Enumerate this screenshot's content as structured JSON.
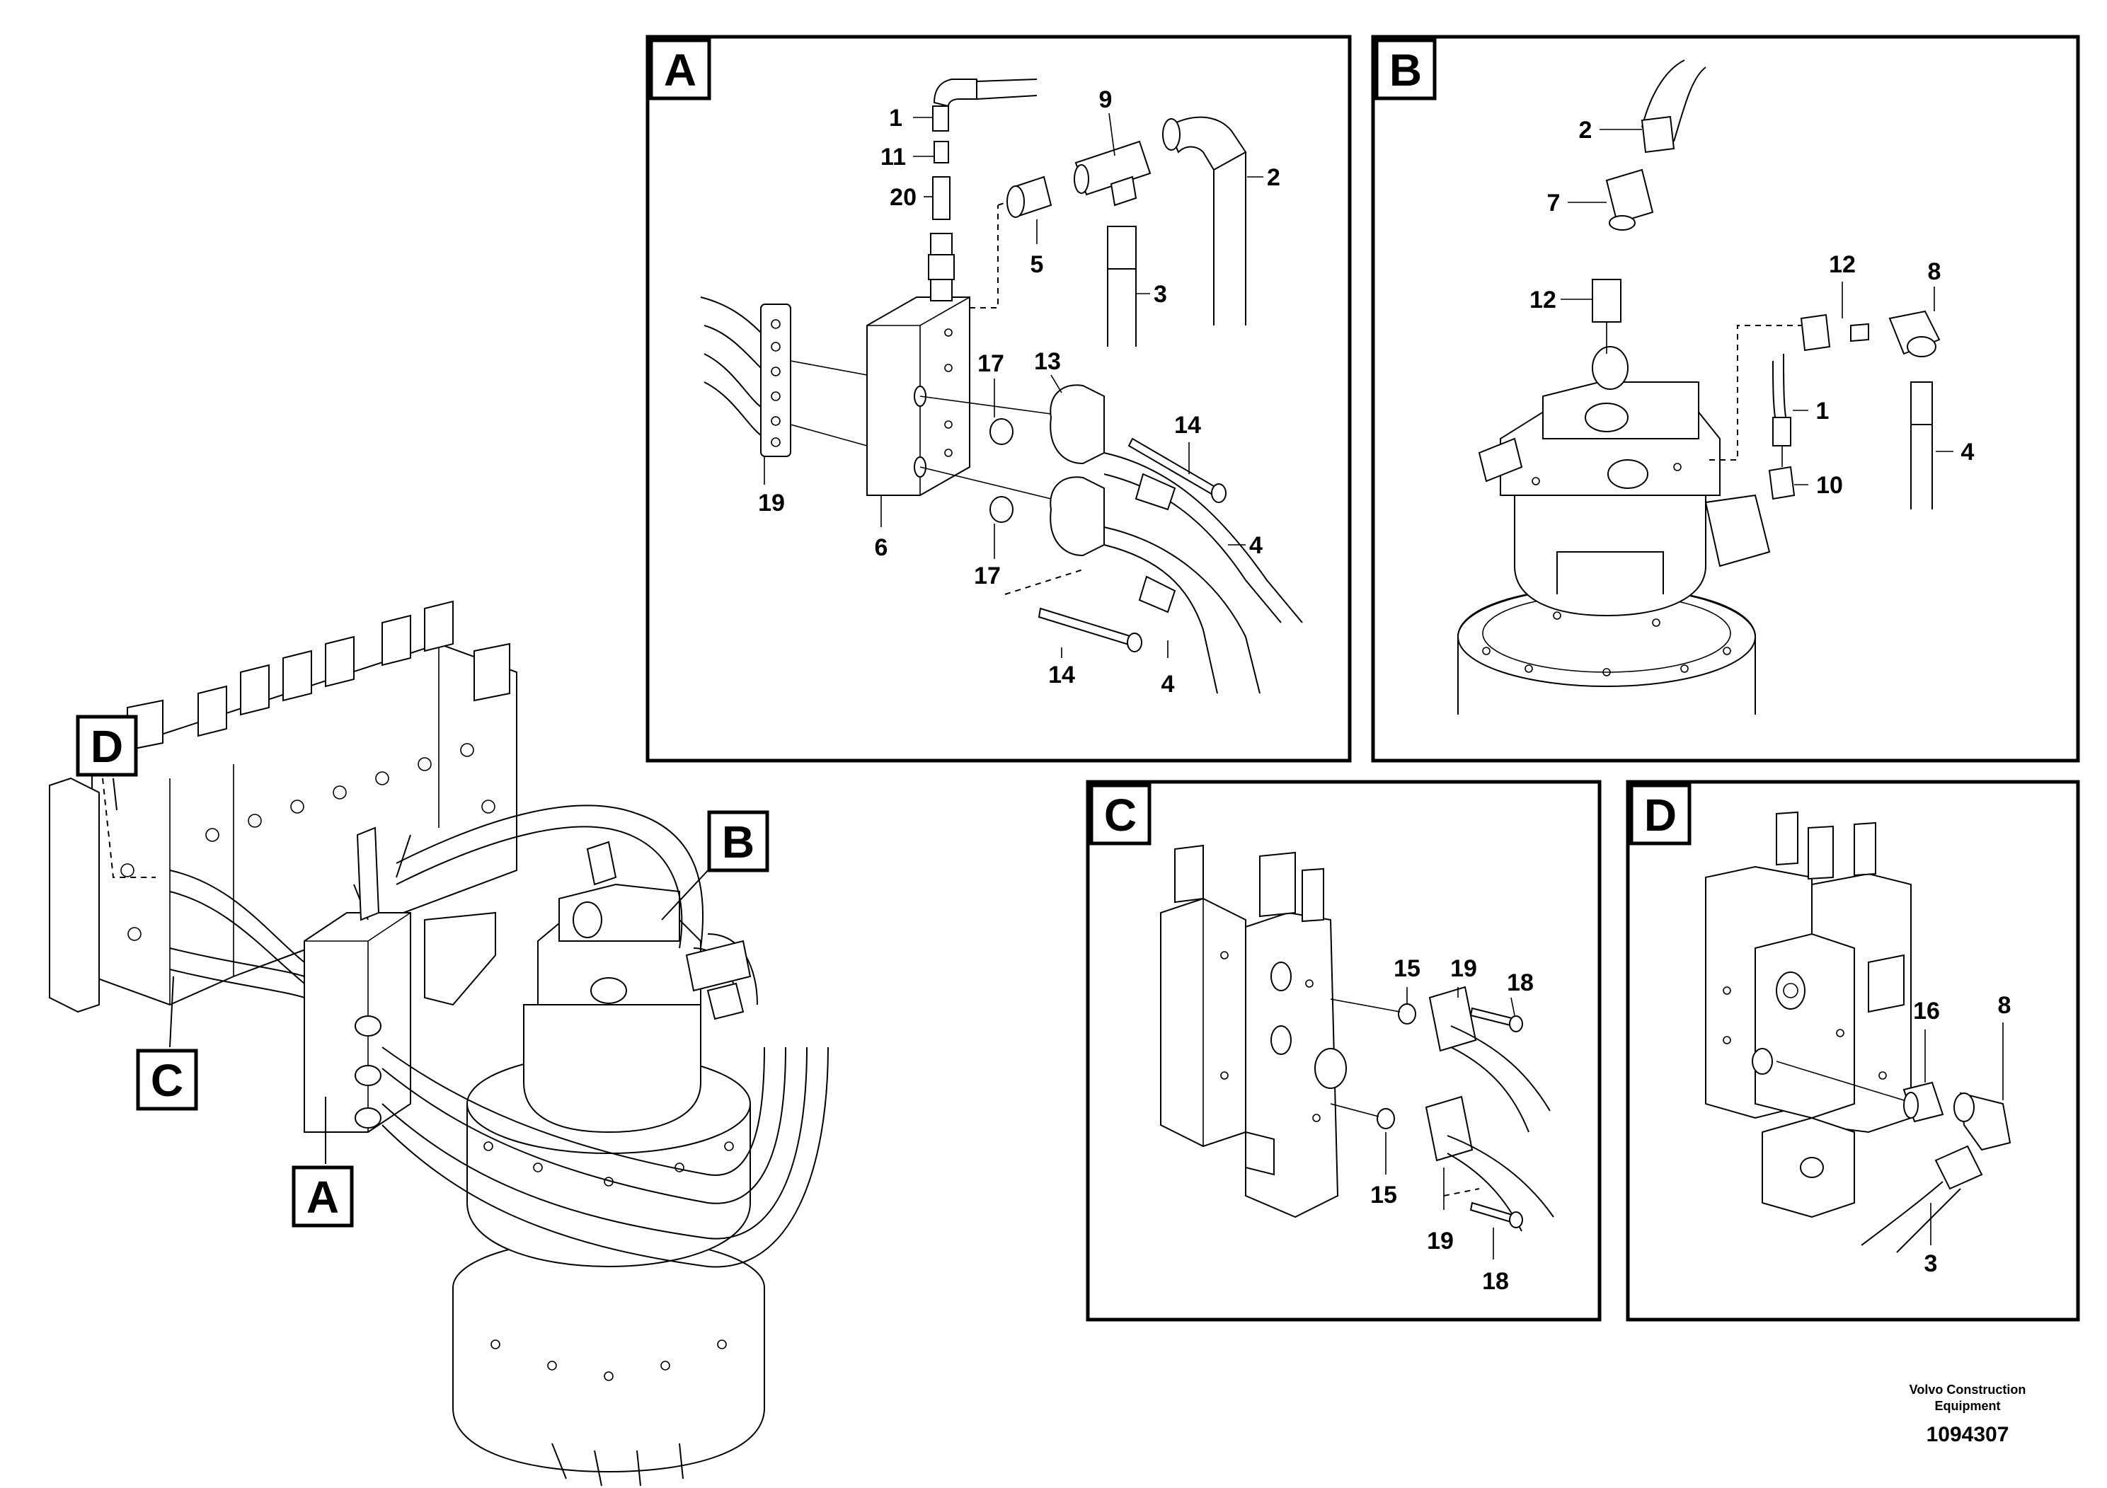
{
  "panels": {
    "A": {
      "tag": "A",
      "callouts": {
        "c1": "1",
        "c11": "11",
        "c20": "20",
        "c9": "9",
        "c2": "2",
        "c5": "5",
        "c3": "3",
        "c17a": "17",
        "c13": "13",
        "c14a": "14",
        "c19": "19",
        "c6": "6",
        "c17b": "17",
        "c4a": "4",
        "c14b": "14",
        "c4b": "4"
      }
    },
    "B": {
      "tag": "B",
      "callouts": {
        "c2": "2",
        "c7": "7",
        "c12a": "12",
        "c12b": "12",
        "c8": "8",
        "c1": "1",
        "c10": "10",
        "c4": "4"
      }
    },
    "C": {
      "tag": "C",
      "callouts": {
        "c15a": "15",
        "c19a": "19",
        "c18a": "18",
        "c15b": "15",
        "c19b": "19",
        "c18b": "18"
      }
    },
    "D": {
      "tag": "D",
      "callouts": {
        "c16": "16",
        "c8": "8",
        "c3": "3"
      }
    }
  },
  "overview": {
    "tags": {
      "A": "A",
      "B": "B",
      "C": "C",
      "D": "D"
    }
  },
  "footer": {
    "brand_line1": "Volvo Construction",
    "brand_line2": "Equipment",
    "doc_id": "1094307"
  }
}
